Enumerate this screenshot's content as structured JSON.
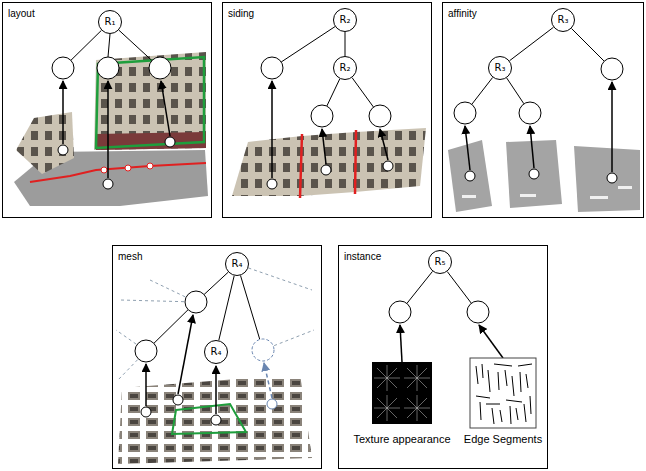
{
  "diagram": {
    "nodes": [
      {
        "text": [
          "layout"
        ]
      },
      {
        "text": [
          "R₁"
        ],
        "in": 0
      },
      {
        "text": [
          "siding"
        ]
      },
      {
        "text": [
          "R₂"
        ],
        "in": 2
      },
      {
        "text": [
          "R₂"
        ],
        "in": 2
      },
      {
        "text": [
          "affinity"
        ]
      },
      {
        "text": [
          "R₃"
        ],
        "in": 5
      },
      {
        "text": [
          "R₃"
        ],
        "in": 5
      },
      {
        "text": [
          "mesh"
        ]
      },
      {
        "text": [
          "R₄"
        ],
        "in": 8
      },
      {
        "text": [
          "R₄"
        ],
        "in": 8
      },
      {
        "text": [
          "instance"
        ]
      },
      {
        "text": [
          "R₅"
        ],
        "in": 11
      }
    ],
    "edges": [
      {
        "from": 3,
        "to": 4,
        "arrow": "none"
      },
      {
        "from": 6,
        "to": 7,
        "arrow": "none"
      },
      {
        "from": 9,
        "to": 10,
        "arrow": "none"
      }
    ],
    "labels": [
      "Texture appearance",
      "Edge Segments"
    ]
  }
}
